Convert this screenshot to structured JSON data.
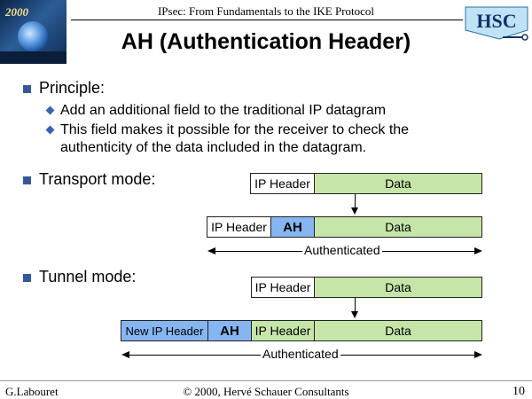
{
  "header": {
    "running_title": "IPsec: From Fundamentals to the IKE Protocol",
    "logo_left_text": "2000",
    "logo_right_text": "HSC"
  },
  "slide": {
    "title": "AH (Authentication Header)",
    "principle": {
      "label": "Principle:",
      "items": [
        "Add an additional field to the traditional IP datagram",
        "This field makes it possible for the receiver to check the",
        "authenticity of the data included in the datagram."
      ]
    },
    "transport": {
      "label": "Transport mode:",
      "before": {
        "ip_header": "IP Header",
        "data": "Data"
      },
      "after": {
        "ip_header": "IP Header",
        "ah": "AH",
        "data": "Data"
      },
      "authenticated": "Authenticated"
    },
    "tunnel": {
      "label": "Tunnel mode:",
      "before": {
        "ip_header": "IP Header",
        "data": "Data"
      },
      "after": {
        "new_ip_header": "New IP Header",
        "ah": "AH",
        "ip_header": "IP Header",
        "data": "Data"
      },
      "authenticated": "Authenticated"
    }
  },
  "colors": {
    "data_box": "#c5e6a8",
    "new_header_box": "#86b6f2",
    "bullet": "#37579c"
  },
  "footer": {
    "author": "G.Labouret",
    "copyright": "© 2000, Hervé Schauer Consultants",
    "page": "10"
  }
}
